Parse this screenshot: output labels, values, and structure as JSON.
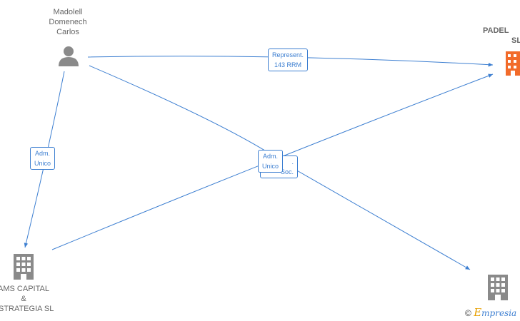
{
  "nodes": {
    "person": {
      "lines": [
        "Madolell",
        "Domenech",
        "Carlos"
      ]
    },
    "padel": {
      "lines": [
        "PADEL",
        "SL"
      ]
    },
    "ams": {
      "lines": [
        "AMS CAPITAL",
        "&",
        "ESTRATEGIA  SL"
      ]
    }
  },
  "edges": {
    "represent": [
      "Represent.",
      "143 RRM"
    ],
    "adm_left": [
      "Adm.",
      "Unico"
    ],
    "adm_center": [
      "Adm.",
      "Unico"
    ],
    "adm_center_back": [
      ".",
      "Soc."
    ]
  },
  "colors": {
    "edge": "#3d7fd1",
    "icon_gray": "#8a8a8a",
    "icon_orange": "#f26b2a"
  },
  "brand": {
    "symbol": "©",
    "initial": "E",
    "rest": "mpresia"
  }
}
